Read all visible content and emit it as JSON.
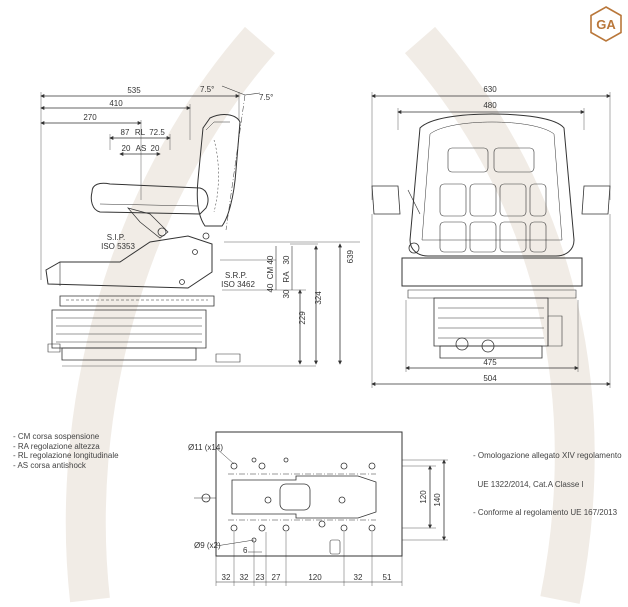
{
  "brand": {
    "logo_text": "GA"
  },
  "side_view": {
    "dims": {
      "d535": "535",
      "d410": "410",
      "d270": "270",
      "d87": "87",
      "rl": "RL",
      "d72_5": "72.5",
      "d20a": "20",
      "as": "AS",
      "d20b": "20",
      "angle_left": "7.5°",
      "angle_right": "7.5°",
      "d639": "639",
      "d324": "324",
      "d229": "229",
      "cm_40a": "40",
      "cm": "CM",
      "cm_40b": "40",
      "ra_30a": "30",
      "ra": "RA",
      "ra_30b": "30"
    },
    "sip_line1": "S.I.P.",
    "sip_line2": "ISO 5353",
    "srp_line1": "S.R.P.",
    "srp_line2": "ISO 3462"
  },
  "front_view": {
    "dims": {
      "d630": "630",
      "d480": "480",
      "d475": "475",
      "d504": "504"
    }
  },
  "base_plate": {
    "hole_label_top": "Ø11 (x14)",
    "hole_label_bottom": "Ø9 (x2)",
    "dims": {
      "h120": "120",
      "h140": "140",
      "six": "6",
      "b32a": "32",
      "b32b": "32",
      "b23": "23",
      "b27": "27",
      "b120": "120",
      "b32c": "32",
      "b51": "51"
    }
  },
  "legend_left": [
    "- CM corsa sospensione",
    "- RA regolazione altezza",
    "- RL regolazione longitudinale",
    "- AS corsa antishock"
  ],
  "legend_right": [
    "- Omologazione allegato XIV regolamento",
    "  UE 1322/2014, Cat.A Classe I",
    "- Conforme al regolamento UE 167/2013"
  ]
}
